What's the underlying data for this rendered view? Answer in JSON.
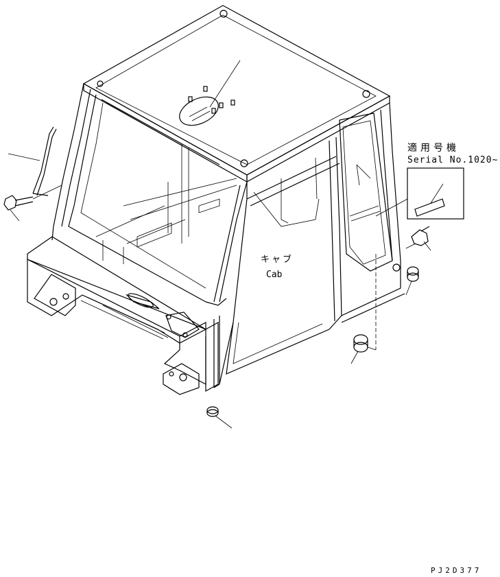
{
  "labels": {
    "applicable_jp": "適用号機",
    "serial_range": "Serial No.1020~",
    "cab_jp": "キャブ",
    "cab_en": "Cab",
    "drawing_code": "PJ2D377"
  },
  "colors": {
    "line": "#000000",
    "background": "#ffffff"
  }
}
